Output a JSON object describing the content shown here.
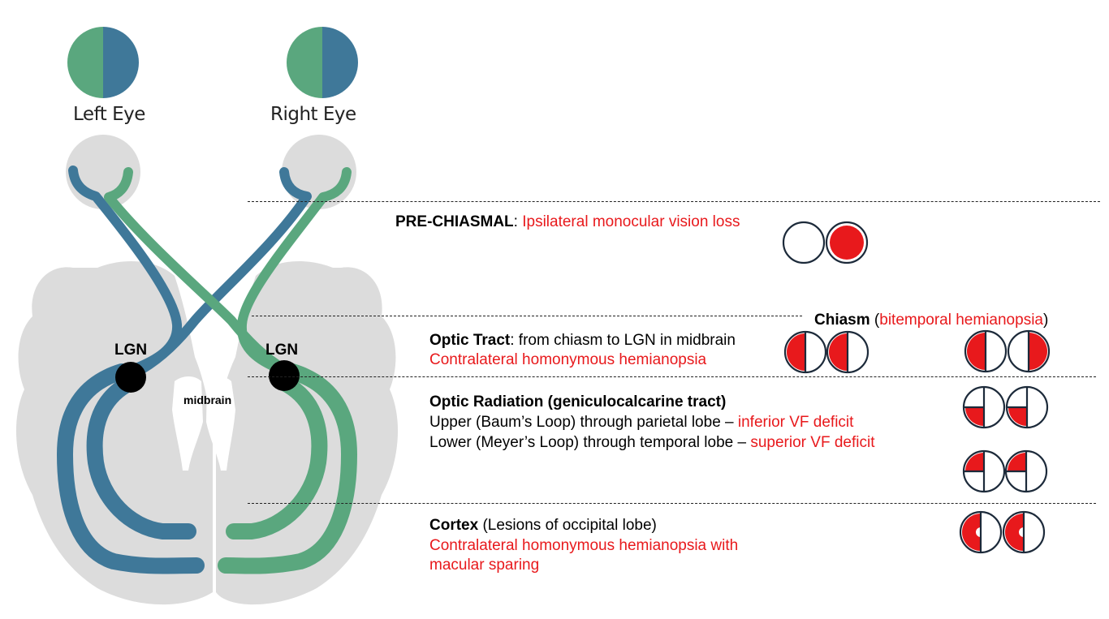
{
  "eyes": {
    "left_label": "Left Eye",
    "right_label": "Right Eye"
  },
  "labels": {
    "lgn_left": "LGN",
    "lgn_right": "LGN",
    "midbrain": "midbrain"
  },
  "colors": {
    "blue": "#3f7899",
    "green": "#5aa77e",
    "brain_gray": "#dcdcdc",
    "deficit_red": "#e8191c"
  },
  "sections": {
    "prechiasmal": {
      "title": "PRE-CHIASMAL",
      "separator": ":",
      "desc": "Ipsilateral monocular vision loss"
    },
    "chiasm": {
      "title": "Chiasm",
      "open": "(",
      "desc": "bitemporal hemianopsia",
      "close": ")"
    },
    "optic_tract": {
      "title": "Optic Tract",
      "rest": ": from chiasm to LGN in midbrain",
      "desc": "Contralateral homonymous hemianopsia"
    },
    "optic_radiation": {
      "title": "Optic Radiation (geniculocalcarine tract)",
      "upper_text": "Upper (Baum’s Loop) through parietal lobe –",
      "upper_deficit": "inferior VF deficit",
      "lower_text": "Lower (Meyer’s Loop) through temporal lobe –",
      "lower_deficit": "superior VF deficit"
    },
    "cortex": {
      "title": "Cortex",
      "rest": "(Lesions of occipital lobe)",
      "desc_line1": "Contralateral homonymous hemianopsia with",
      "desc_line2": "macular sparing"
    }
  },
  "visual_fields": {
    "prechiasmal": [
      "clear",
      "full"
    ],
    "chiasm": [
      "left-half",
      "right-half"
    ],
    "optic_tract": [
      "left-half",
      "left-half"
    ],
    "radiation_upper": [
      "lower-left-quadrant",
      "lower-left-quadrant"
    ],
    "radiation_lower": [
      "upper-left-quadrant",
      "upper-left-quadrant"
    ],
    "cortex": [
      "left-half-macular-sparing",
      "left-half-macular-sparing"
    ]
  }
}
